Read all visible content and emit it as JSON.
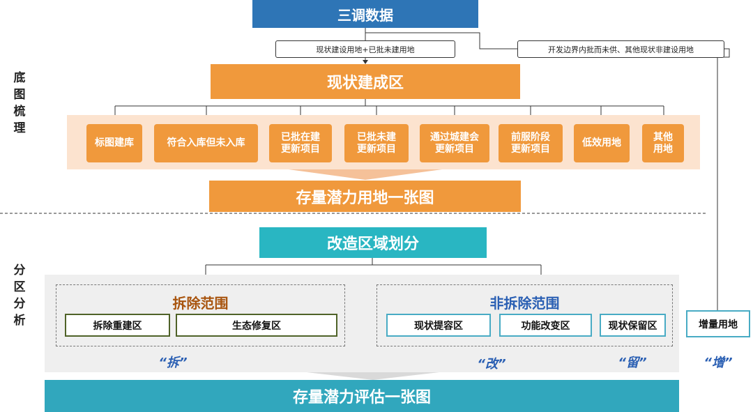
{
  "top": {
    "title": "三调数据"
  },
  "notes": {
    "left": "现状建设用地+已批未建用地",
    "right": "开发边界内批而未供、其他现状非建设用地"
  },
  "base_map": {
    "side_label": "底\n图\n梳\n理",
    "built_area": "现状建成区",
    "categories": [
      {
        "label": "标图建库"
      },
      {
        "label": "符合入库但未入库"
      },
      {
        "label": "已批在建\n更新项目"
      },
      {
        "label": "已批未建\n更新项目"
      },
      {
        "label": "通过城建会\n更新项目"
      },
      {
        "label": "前服阶段\n更新项目"
      },
      {
        "label": "低效用地"
      },
      {
        "label": "其他\n用地"
      }
    ],
    "result": "存量潜力用地一张图"
  },
  "zoning": {
    "side_label": "分\n区\n分\n析",
    "title": "改造区域划分",
    "demolish": {
      "title": "拆除范围",
      "items": [
        "拆除重建区",
        "生态修复区"
      ],
      "tag": "“拆”"
    },
    "non_demolish": {
      "title": "非拆除范围",
      "items": [
        "现状提容区",
        "功能改变区",
        "现状保留区"
      ],
      "tag_change": "“改”",
      "tag_keep": "“留”"
    },
    "increment": {
      "label": "增量用地",
      "tag": "“增”"
    },
    "result": "存量潜力评估一张图"
  },
  "colors": {
    "blue_header": "#2e75b6",
    "orange": "#f0993c",
    "light_orange_panel": "#fce3cf",
    "teal": "#29b6c2",
    "brown_title": "#a8540e",
    "blue_title": "#2a5fb3",
    "green_border": "#4f6228",
    "teal_border": "#48abc4"
  }
}
